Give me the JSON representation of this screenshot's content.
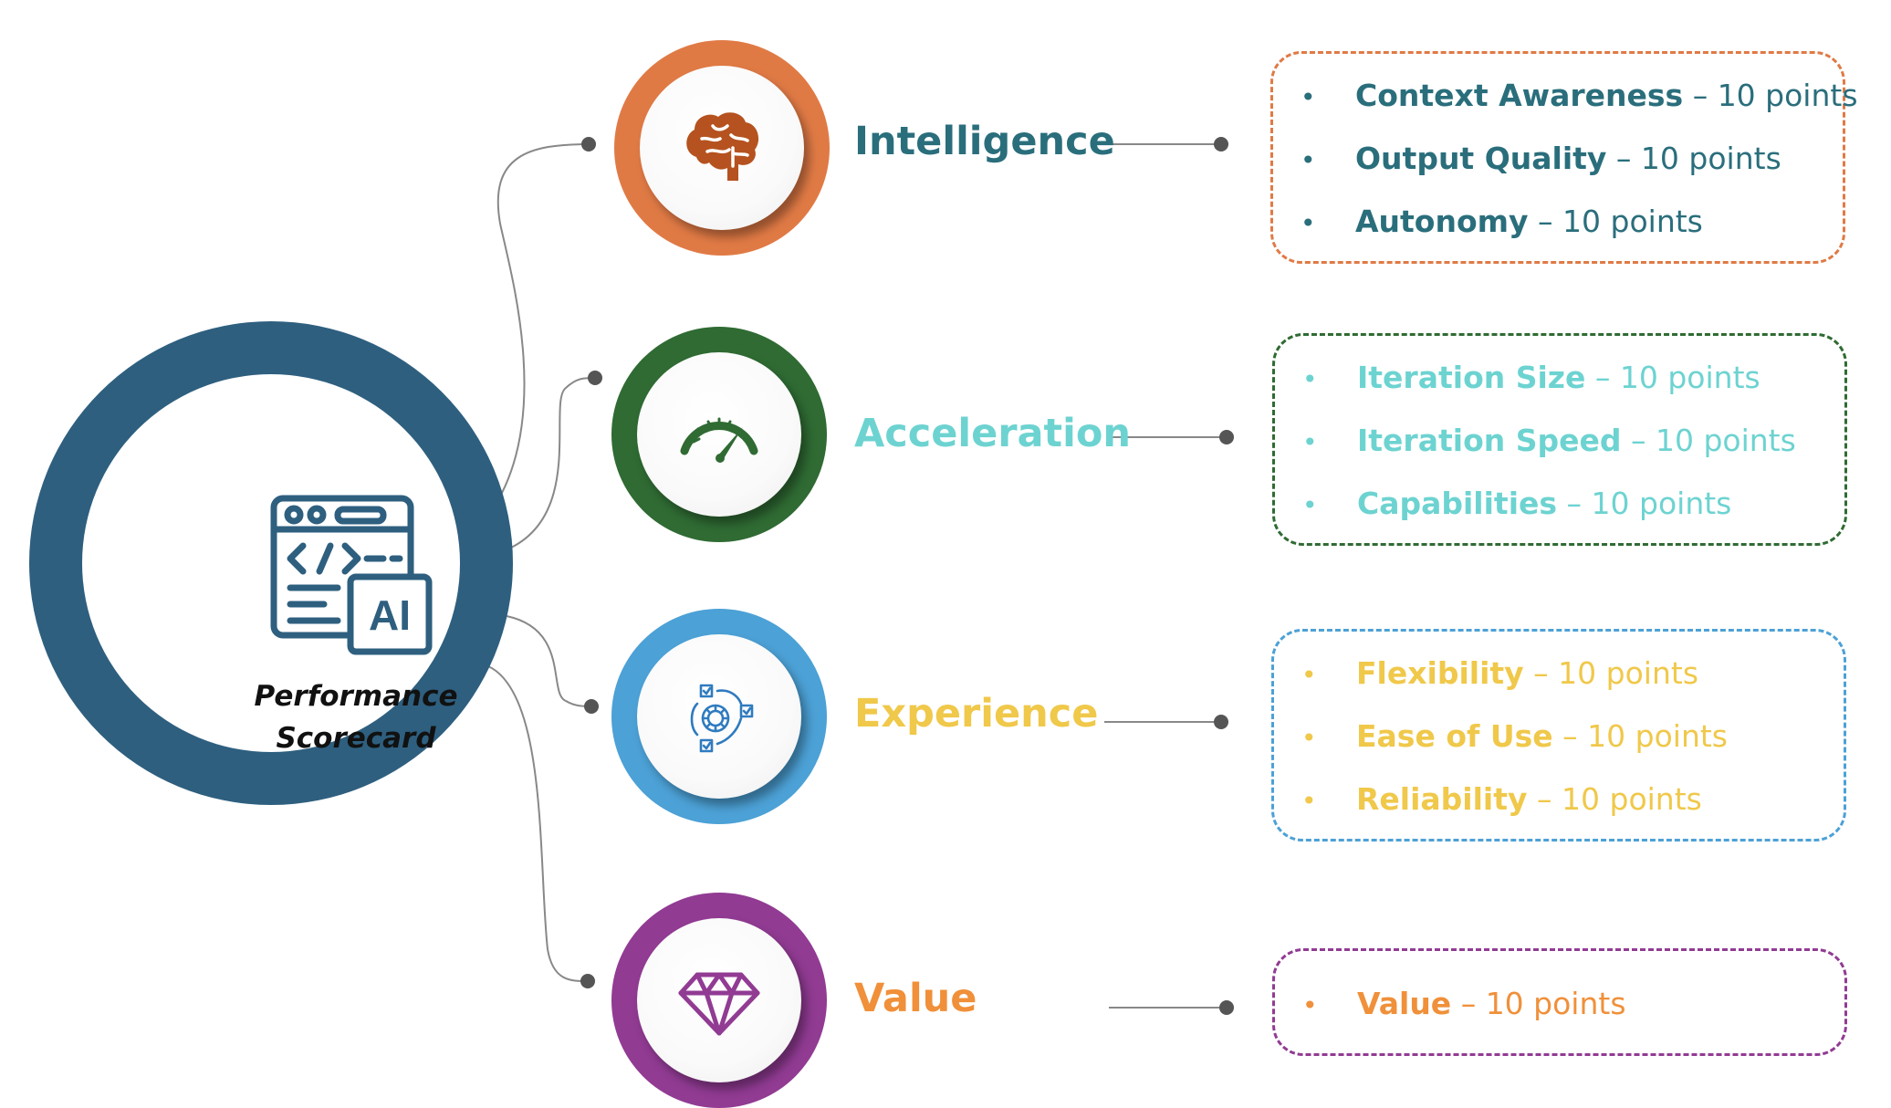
{
  "hub": {
    "title_line1": "Performance",
    "title_line2": "Scorecard",
    "icon": "ai-code-window-icon",
    "icon_text": "AI",
    "color": "#2e5f7f"
  },
  "categories": [
    {
      "label": "Intelligence",
      "label_color": "#2a6e7c",
      "ring_color": "#e07a45",
      "icon": "brain-icon",
      "box_border": "#e07a45",
      "items": [
        {
          "name": "Context Awareness",
          "sep": " – ",
          "points": "10 points"
        },
        {
          "name": "Output Quality",
          "sep": " – ",
          "points": "10 points"
        },
        {
          "name": "Autonomy",
          "sep": " – ",
          "points": "10 points"
        }
      ]
    },
    {
      "label": "Acceleration",
      "label_color": "#6dd3d1",
      "ring_color": "#2f6b33",
      "icon": "speedometer-icon",
      "box_border": "#2f6b33",
      "items": [
        {
          "name": "Iteration Size",
          "sep": " – ",
          "points": "10 points"
        },
        {
          "name": "Iteration Speed",
          "sep": " – ",
          "points": "10 points"
        },
        {
          "name": "Capabilities",
          "sep": " – ",
          "points": "10 points"
        }
      ]
    },
    {
      "label": "Experience",
      "label_color": "#f0c84a",
      "ring_color": "#4ca1d6",
      "icon": "workflow-gear-icon",
      "box_border": "#4ca1d6",
      "items": [
        {
          "name": "Flexibility",
          "sep": " – ",
          "points": "10 points"
        },
        {
          "name": "Ease of Use",
          "sep": " – ",
          "points": "10 points"
        },
        {
          "name": "Reliability",
          "sep": " – ",
          "points": "10 points"
        }
      ]
    },
    {
      "label": "Value",
      "label_color": "#f0903a",
      "ring_color": "#913b93",
      "icon": "diamond-icon",
      "box_border": "#913b93",
      "items": [
        {
          "name": "Value",
          "sep": " – ",
          "points": "10 points"
        }
      ]
    }
  ]
}
